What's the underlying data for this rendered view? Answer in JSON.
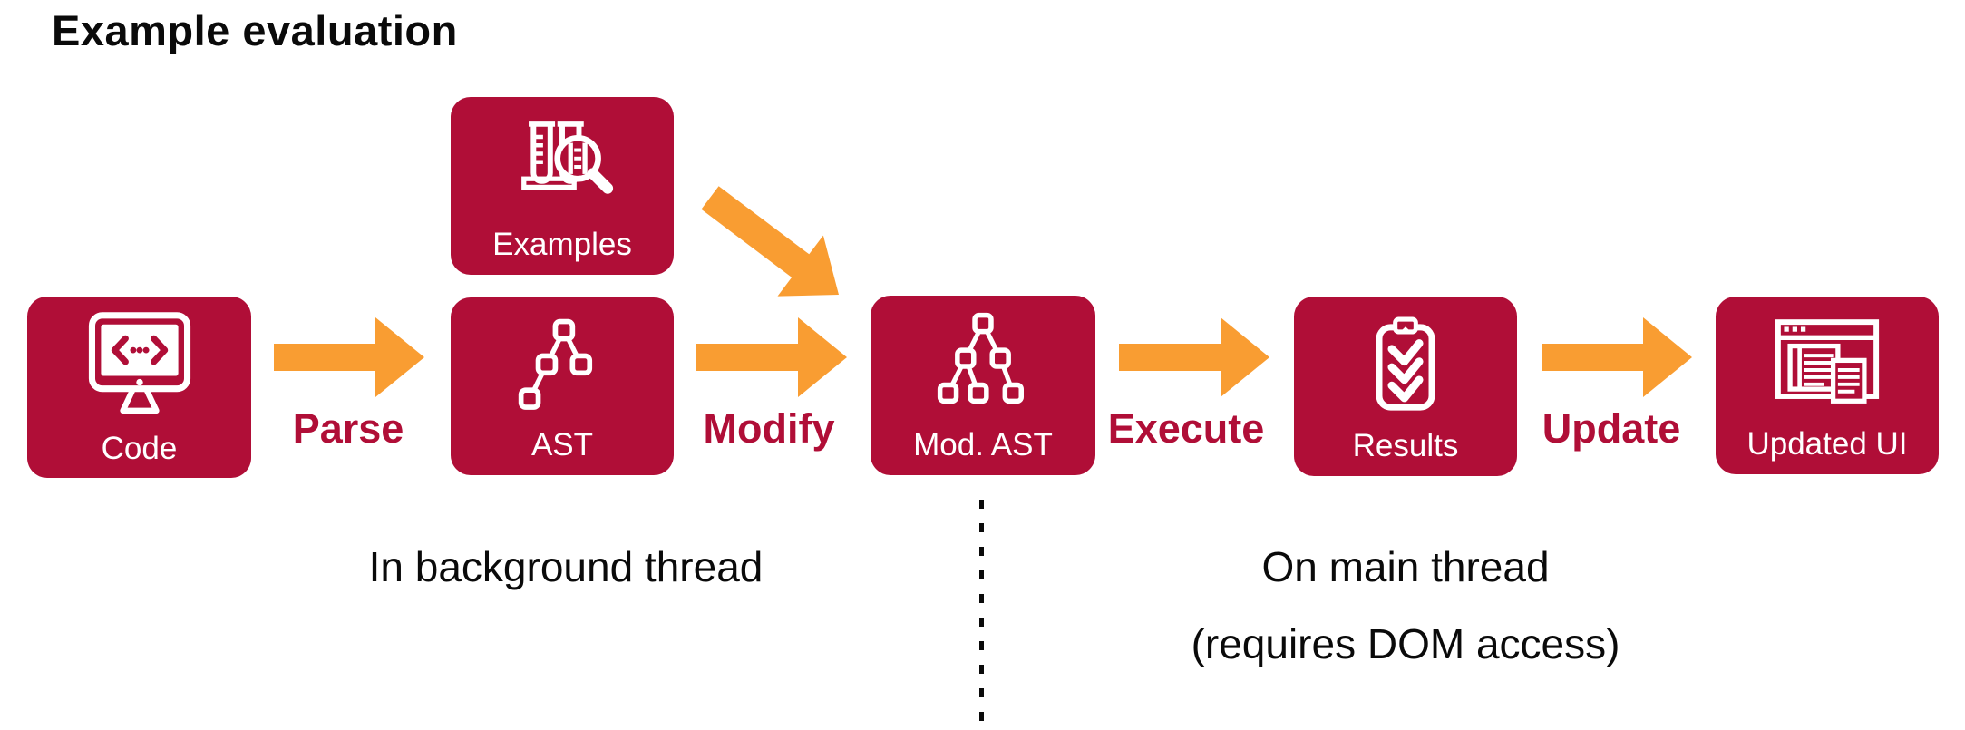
{
  "title": "Example evaluation",
  "colors": {
    "node_background": "#B00E37",
    "arrow_orange": "#F99D32",
    "label_crimson": "#B00E37",
    "caption_text": "#0A0A0A",
    "background": "#FFFFFF"
  },
  "nodes": {
    "code": {
      "label": "Code",
      "icon": "code-monitor-icon"
    },
    "examples": {
      "label": "Examples",
      "icon": "examples-flask-magnifier-icon"
    },
    "ast": {
      "label": "AST",
      "icon": "ast-tree-icon"
    },
    "mod_ast": {
      "label": "Mod. AST",
      "icon": "mod-ast-tree-icon"
    },
    "results": {
      "label": "Results",
      "icon": "results-clipboard-icon"
    },
    "updated_ui": {
      "label": "Updated UI",
      "icon": "updated-ui-window-icon"
    }
  },
  "arrows": {
    "parse": {
      "label": "Parse"
    },
    "modify": {
      "label": "Modify"
    },
    "execute": {
      "label": "Execute"
    },
    "update": {
      "label": "Update"
    }
  },
  "captions": {
    "background_thread": "In background thread",
    "main_thread_line1": "On main thread",
    "main_thread_line2": "(requires DOM access)"
  }
}
